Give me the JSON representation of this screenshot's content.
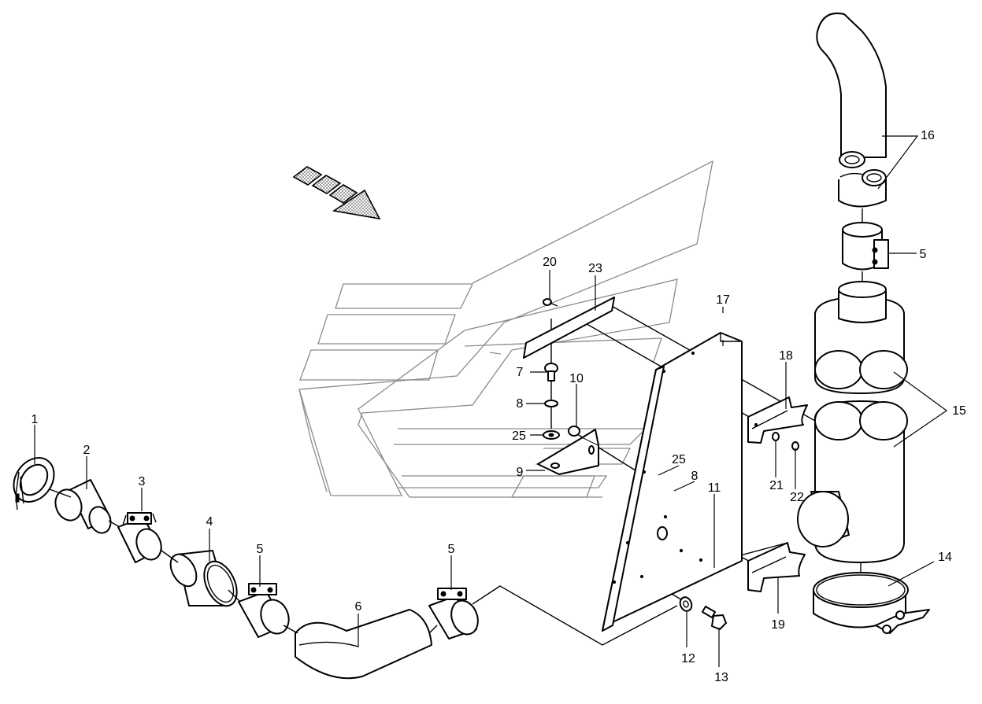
{
  "callouts": [
    {
      "id": "c1",
      "text": "1"
    },
    {
      "id": "c2",
      "text": "2"
    },
    {
      "id": "c3",
      "text": "3"
    },
    {
      "id": "c4",
      "text": "4"
    },
    {
      "id": "c5a",
      "text": "5"
    },
    {
      "id": "c5b",
      "text": "5"
    },
    {
      "id": "c5c",
      "text": "5"
    },
    {
      "id": "c6",
      "text": "6"
    },
    {
      "id": "c7",
      "text": "7"
    },
    {
      "id": "c8a",
      "text": "8"
    },
    {
      "id": "c8b",
      "text": "8"
    },
    {
      "id": "c9",
      "text": "9"
    },
    {
      "id": "c10",
      "text": "10"
    },
    {
      "id": "c11",
      "text": "11"
    },
    {
      "id": "c12",
      "text": "12"
    },
    {
      "id": "c13",
      "text": "13"
    },
    {
      "id": "c14",
      "text": "14"
    },
    {
      "id": "c15",
      "text": "15"
    },
    {
      "id": "c16",
      "text": "16"
    },
    {
      "id": "c17",
      "text": "17"
    },
    {
      "id": "c18",
      "text": "18"
    },
    {
      "id": "c19",
      "text": "19"
    },
    {
      "id": "c20",
      "text": "20"
    },
    {
      "id": "c21",
      "text": "21"
    },
    {
      "id": "c22",
      "text": "22"
    },
    {
      "id": "c23",
      "text": "23"
    },
    {
      "id": "c25a",
      "text": "25"
    },
    {
      "id": "c25b",
      "text": "25"
    }
  ],
  "colors": {
    "line": "#000000",
    "ghost_outline": "#8a8a8a",
    "background": "#ffffff"
  }
}
